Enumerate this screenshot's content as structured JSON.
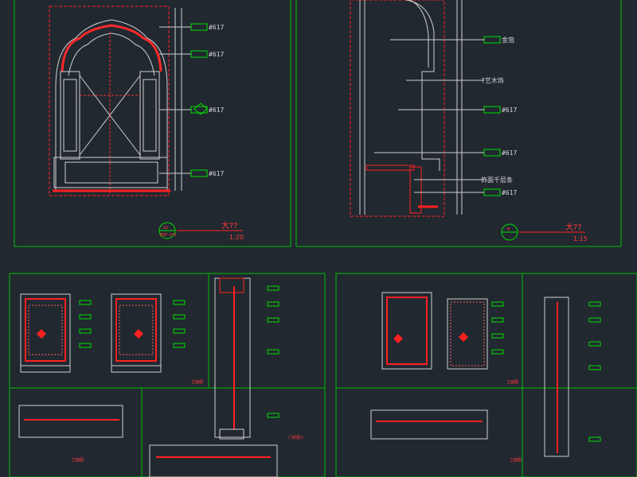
{
  "drawing": {
    "top_left": {
      "callouts": [
        "#617",
        "#617",
        "#617",
        "#617"
      ],
      "bubble_top": "02",
      "bubble_bottom": "BRF-101",
      "title": "大??",
      "scale": "1:20"
    },
    "top_right": {
      "callouts": [
        "金箔",
        "?艺木饰",
        "#617",
        "#617",
        "饰面千层条",
        "#617"
      ],
      "bubble_top": "B",
      "title": "大??",
      "scale": "1:15"
    },
    "bottom_left": {
      "label_elev": "立面图",
      "label_section": "立面图",
      "label_door": "门背图①"
    },
    "bottom_right": {
      "label_elev": "立面图",
      "label_section": "立面图"
    }
  }
}
